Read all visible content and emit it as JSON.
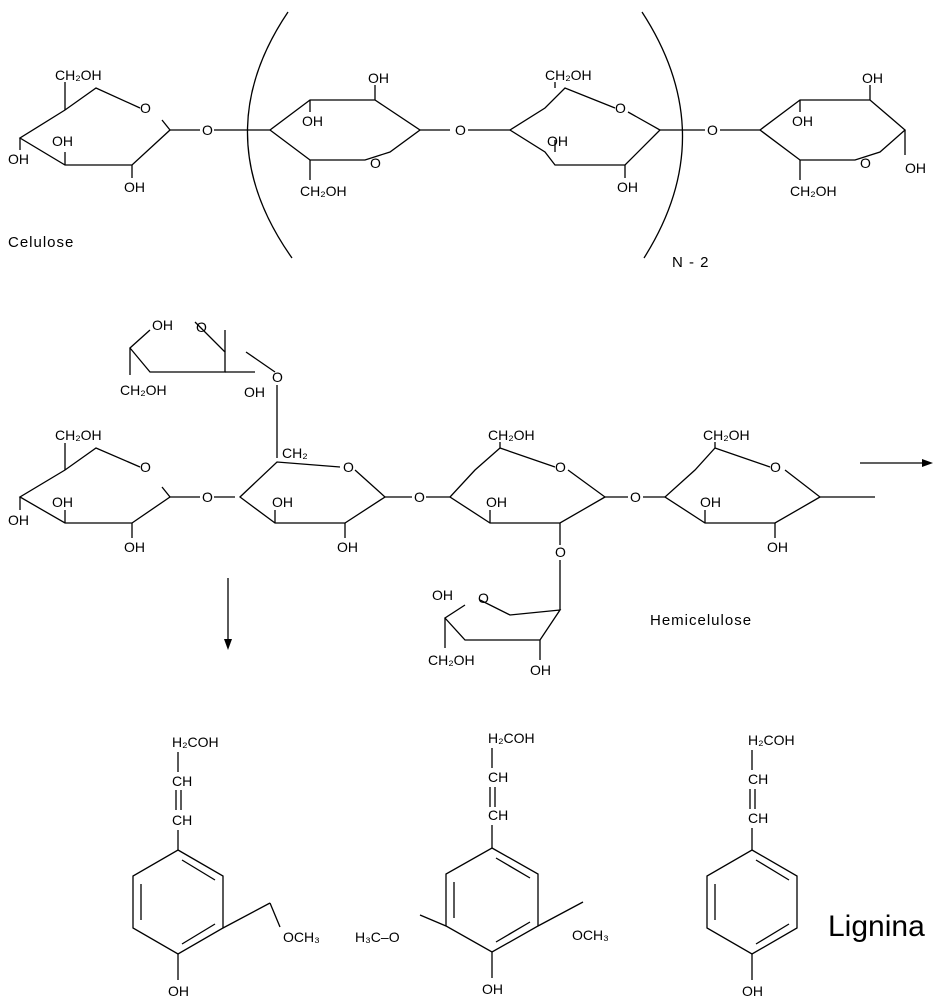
{
  "captions": {
    "cellulose": "Celulose",
    "repeat": "N - 2",
    "hemicellulose": "Hemicelulose",
    "lignin": "Lignina"
  },
  "groups": {
    "ch2oh": "CH₂OH",
    "ch2": "CH₂",
    "oh": "OH",
    "o": "O",
    "h2coh": "H₂COH",
    "ch": "CH",
    "och3": "OCH₃",
    "h3co": "H₃C–O"
  }
}
